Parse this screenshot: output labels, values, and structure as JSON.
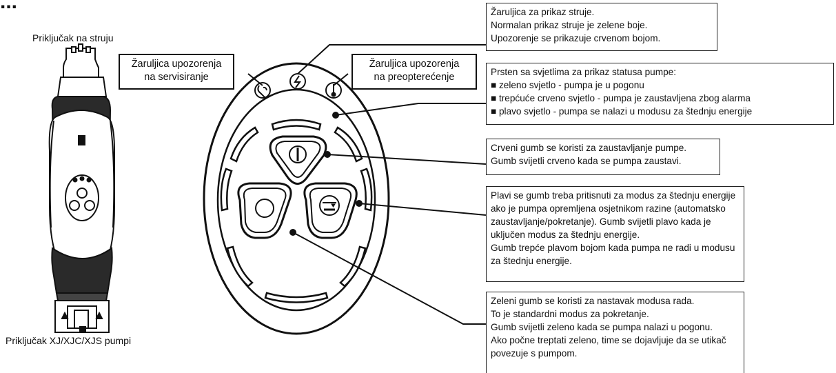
{
  "title_fragment": "...",
  "captions": {
    "power_connector": "Priključak na struju",
    "pump_connector": "Priključak XJ/XJC/XJS pumpi"
  },
  "warning_labels": {
    "service": [
      "Žaruljica upozorenja",
      "na servisiranje"
    ],
    "overload": [
      "Žaruljica upozorenja",
      "na preopterećenje"
    ]
  },
  "callouts": {
    "power_lamp": [
      "Žaruljica za prikaz struje.",
      "Normalan prikaz struje je zelene boje.",
      "Upozorenje se prikazuje crvenom bojom."
    ],
    "status_ring": {
      "heading": "Prsten sa svjetlima za prikaz statusa pumpe:",
      "items": [
        "zeleno svjetlo - pumpa je u pogonu",
        "trepćuće crveno svjetlo - pumpa je zaustavljena zbog alarma",
        "plavo svjetlo - pumpa se nalazi u modusu za štednju energije"
      ],
      "bullet": "■"
    },
    "red_button": [
      "Crveni gumb se koristi za zaustavljanje pumpe.",
      "Gumb svijetli crveno kada se pumpa zaustavi."
    ],
    "blue_button": [
      "Plavi se gumb treba pritisnuti za modus za štednju energije ako je pumpa opremljena osjetnikom razine (automatsko zaustavljanje/pokretanje). Gumb svijetli plavo kada je uključen modus za štednju energije.",
      "Gumb trepće plavom bojom kada pumpa ne radi u modusu za štednju energije."
    ],
    "green_button": [
      "Zeleni gumb se koristi za nastavak modusa rada.",
      "To je standardni modus za pokretanje.",
      "Gumb svijetli zeleno kada se pumpa nalazi u pogonu.",
      "Ako počne treptati zeleno, time se dojavljuje da se utikač povezuje s pumpom."
    ]
  },
  "icons": {
    "service": "wrench-icon",
    "power": "lightning-icon",
    "overload": "thermometer-icon",
    "stop": "stop-symbol-icon",
    "eco": "level-sensor-icon",
    "start": "circle-icon"
  }
}
